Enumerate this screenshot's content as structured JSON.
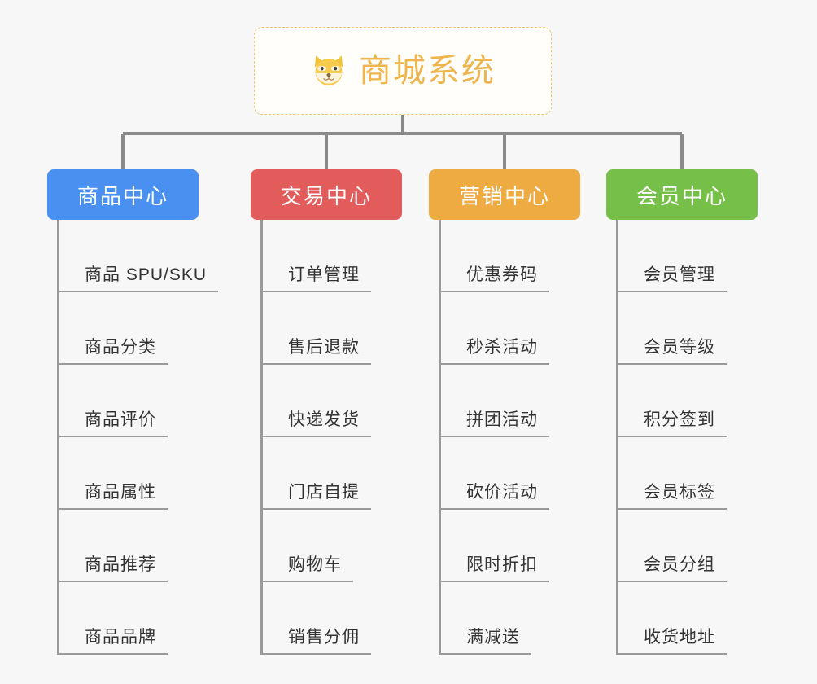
{
  "diagram": {
    "type": "mindmap-tree",
    "background_color": "#f7f7f7",
    "root": {
      "label": "商城系统",
      "icon": "shiba-dog-face-icon",
      "text_color": "#edb54b",
      "border_color": "#f0c675",
      "background_color": "#fffefb"
    },
    "branches": [
      {
        "label": "商品中心",
        "color": "#4a90f0",
        "items": [
          "商品 SPU/SKU",
          "商品分类",
          "商品评价",
          "商品属性",
          "商品推荐",
          "商品品牌"
        ]
      },
      {
        "label": "交易中心",
        "color": "#e35c5c",
        "items": [
          "订单管理",
          "售后退款",
          "快递发货",
          "门店自提",
          "购物车",
          "销售分佣"
        ]
      },
      {
        "label": "营销中心",
        "color": "#eeab41",
        "items": [
          "优惠券码",
          "秒杀活动",
          "拼团活动",
          "砍价活动",
          "限时折扣",
          "满减送"
        ]
      },
      {
        "label": "会员中心",
        "color": "#76c049",
        "items": [
          "会员管理",
          "会员等级",
          "积分签到",
          "会员标签",
          "会员分组",
          "收货地址"
        ]
      }
    ],
    "connector_color": "#8a8a8a",
    "leaf_line_color": "#9a9a9a",
    "leaf_text_color": "#333333"
  }
}
